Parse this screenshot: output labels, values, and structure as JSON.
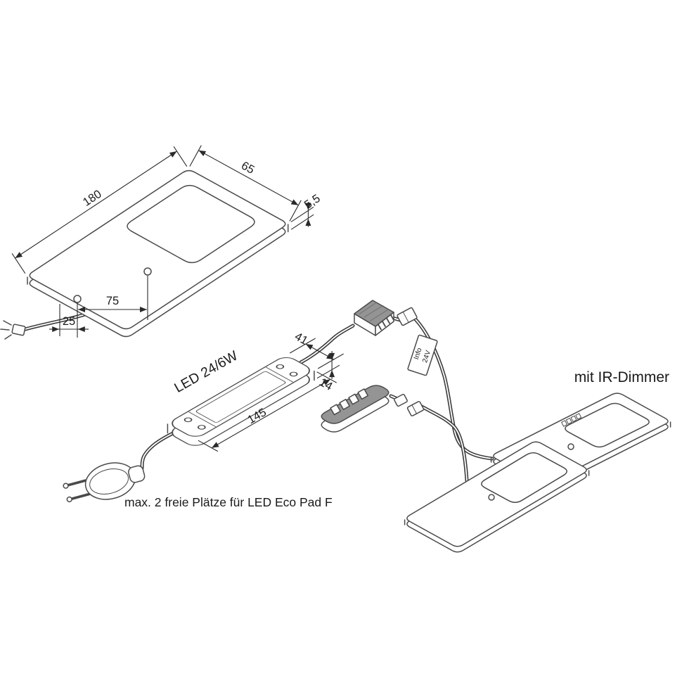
{
  "diagram": {
    "labels": {
      "driver_model": "LED 24/6W",
      "note": "max. 2 freie Plätze für LED Eco Pad F",
      "variant": "mit IR-Dimmer",
      "tag_line1": "Info",
      "tag_line2": "24V"
    },
    "dimensions_mm": {
      "pad_length": "180",
      "pad_width": "65",
      "pad_thickness": "5,5",
      "hole_spacing": "75",
      "hole_edge_offset": "25",
      "driver_width": "41",
      "driver_thickness": "14",
      "driver_length": "145"
    },
    "colors": {
      "line": "#4a4a4a",
      "wire": "#3d3d3d",
      "text": "#1a1a1a",
      "shaded_face": "#949494",
      "background": "#ffffff"
    }
  }
}
